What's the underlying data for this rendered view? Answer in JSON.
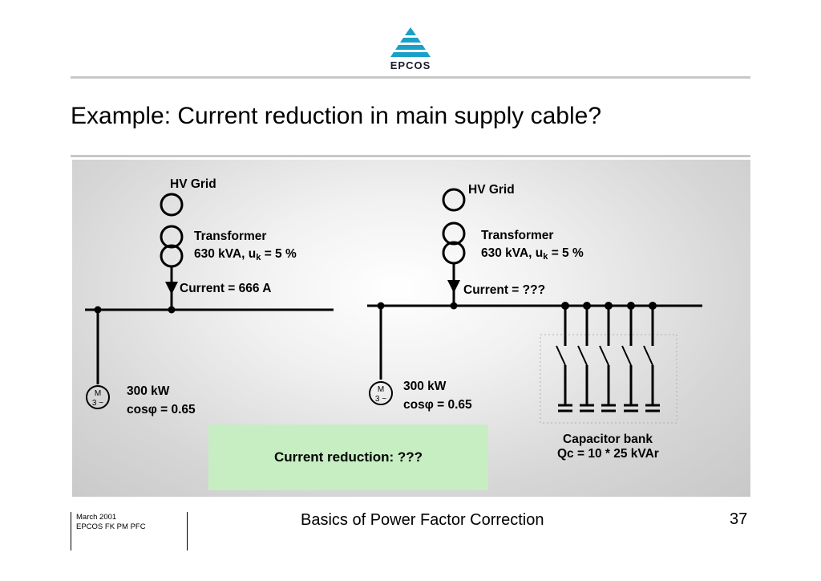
{
  "header": {
    "logo_text": "EPCOS"
  },
  "title": "Example: Current reduction in main supply cable?",
  "left_circuit": {
    "grid_label": "HV Grid",
    "transformer_label": "Transformer",
    "transformer_rating": "630 kVA, u",
    "transformer_sub": "k",
    "transformer_rating_tail": " = 5 %",
    "current_label": "Current = 666 A",
    "motor_symbol": "M",
    "motor_phase": "3 ~",
    "motor_power": "300 kW",
    "motor_cos": "cosφ = 0.65"
  },
  "right_circuit": {
    "grid_label": "HV Grid",
    "transformer_label": "Transformer",
    "transformer_rating": "630 kVA, u",
    "transformer_sub": "k",
    "transformer_rating_tail": " = 5 %",
    "current_label": "Current = ???",
    "motor_symbol": "M",
    "motor_phase": "3 ~",
    "motor_power": "300 kW",
    "motor_cos": "cosφ = 0.65",
    "capacitor_label": "Capacitor bank",
    "capacitor_spec": "Qc = 10 * 25 kVAr"
  },
  "result_box": {
    "text": "Current reduction:  ???",
    "color": "#c6eec2"
  },
  "footer": {
    "date": "March 2001",
    "dept": "EPCOS FK PM PFC",
    "title": "Basics of Power Factor Correction",
    "page": "37"
  }
}
